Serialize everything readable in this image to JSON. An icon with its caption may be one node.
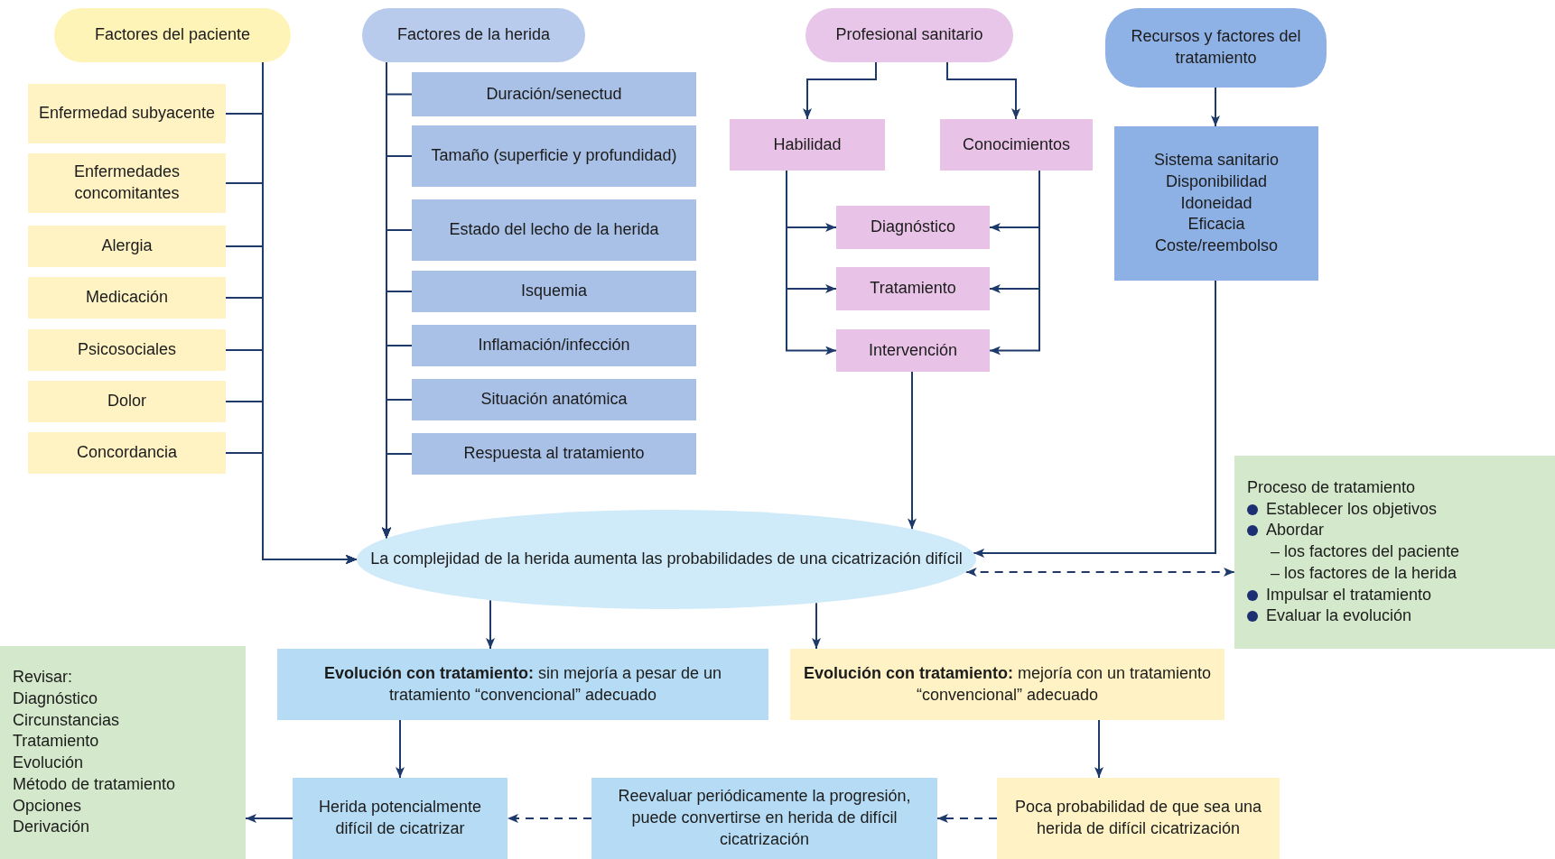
{
  "diagram": {
    "nodes": [
      {
        "text": [
          "Factores del paciente"
        ]
      },
      {
        "text": [
          "Enfermedad subyacente"
        ]
      },
      {
        "text": [
          "Enfermedades concomitantes"
        ]
      },
      {
        "text": [
          "Alergia"
        ]
      },
      {
        "text": [
          "Medicación"
        ]
      },
      {
        "text": [
          "Psicosociales"
        ]
      },
      {
        "text": [
          "Dolor"
        ]
      },
      {
        "text": [
          "Concordancia"
        ]
      },
      {
        "text": [
          "Factores de la herida"
        ]
      },
      {
        "text": [
          "Duración/senectud"
        ]
      },
      {
        "text": [
          "Tamaño (superficie y profundidad)"
        ]
      },
      {
        "text": [
          "Estado del lecho de la herida"
        ]
      },
      {
        "text": [
          "Isquemia"
        ]
      },
      {
        "text": [
          "Inflamación/infección"
        ]
      },
      {
        "text": [
          "Situación anatómica"
        ]
      },
      {
        "text": [
          "Respuesta al tratamiento"
        ]
      },
      {
        "text": [
          "Profesional sanitario"
        ]
      },
      {
        "text": [
          "Habilidad"
        ]
      },
      {
        "text": [
          "Conocimientos"
        ]
      },
      {
        "text": [
          "Diagnóstico"
        ]
      },
      {
        "text": [
          "Tratamiento"
        ]
      },
      {
        "text": [
          "Intervención"
        ]
      },
      {
        "text": [
          "Recursos y factores del tratamiento"
        ]
      },
      {
        "text": [
          "Sistema sanitario",
          "Disponibilidad",
          "Idoneidad",
          "Eficacia",
          "Coste/reembolso"
        ]
      },
      {
        "text": [
          "Proceso de tratamiento",
          "Establecer los objetivos",
          "Abordar",
          "– los factores del paciente",
          "– los factores de la herida",
          "Impulsar el tratamiento",
          "Evaluar la evolución"
        ]
      },
      {
        "text": [
          "La complejidad de la herida aumenta las probabilidades de una cicatrización difícil"
        ]
      },
      {
        "text": [
          "**Evolución con tratamiento:** sin mejoría a pesar de un tratamiento “convencional” adecuado"
        ]
      },
      {
        "text": [
          "**Evolución con tratamiento:** mejoría con un tratamiento “convencional” adecuado"
        ]
      },
      {
        "text": [
          "Revisar:",
          "Diagnóstico",
          "Circunstancias",
          "Tratamiento",
          "Evolución",
          "Método de tratamiento",
          "Opciones",
          "Derivación"
        ]
      },
      {
        "text": [
          "Herida potencialmente difícil de cicatrizar"
        ]
      },
      {
        "text": [
          "Reevaluar periódicamente la progresión, puede convertirse en herida de difícil cicatrización"
        ]
      },
      {
        "text": [
          "Poca probabilidad de que sea una herida de difícil cicatrización"
        ]
      }
    ],
    "edges": [
      {
        "from": 0,
        "to": 25,
        "arrow": "to"
      },
      {
        "from": 1,
        "to": 25,
        "arrow": "to"
      },
      {
        "from": 2,
        "to": 25,
        "arrow": "to"
      },
      {
        "from": 3,
        "to": 25,
        "arrow": "to"
      },
      {
        "from": 4,
        "to": 25,
        "arrow": "to"
      },
      {
        "from": 5,
        "to": 25,
        "arrow": "to"
      },
      {
        "from": 6,
        "to": 25,
        "arrow": "to"
      },
      {
        "from": 7,
        "to": 25,
        "arrow": "to"
      },
      {
        "from": 8,
        "to": 25,
        "arrow": "to"
      },
      {
        "from": 9,
        "to": 25,
        "arrow": "to"
      },
      {
        "from": 10,
        "to": 25,
        "arrow": "to"
      },
      {
        "from": 11,
        "to": 25,
        "arrow": "to"
      },
      {
        "from": 12,
        "to": 25,
        "arrow": "to"
      },
      {
        "from": 13,
        "to": 25,
        "arrow": "to"
      },
      {
        "from": 14,
        "to": 25,
        "arrow": "to"
      },
      {
        "from": 15,
        "to": 25,
        "arrow": "to"
      },
      {
        "from": 16,
        "to": 17,
        "arrow": "to"
      },
      {
        "from": 16,
        "to": 18,
        "arrow": "to"
      },
      {
        "from": 17,
        "to": 19,
        "arrow": "to"
      },
      {
        "from": 17,
        "to": 20,
        "arrow": "to"
      },
      {
        "from": 17,
        "to": 21,
        "arrow": "to"
      },
      {
        "from": 18,
        "to": 19,
        "arrow": "to"
      },
      {
        "from": 18,
        "to": 20,
        "arrow": "to"
      },
      {
        "from": 18,
        "to": 21,
        "arrow": "to"
      },
      {
        "from": 21,
        "to": 25,
        "arrow": "to"
      },
      {
        "from": 22,
        "to": 23,
        "arrow": "to"
      },
      {
        "from": 23,
        "to": 25,
        "arrow": "to"
      },
      {
        "from": 25,
        "to": 24,
        "arrow": "both",
        "style": "dashed"
      },
      {
        "from": 25,
        "to": 26,
        "arrow": "to"
      },
      {
        "from": 25,
        "to": 27,
        "arrow": "to"
      },
      {
        "from": 26,
        "to": 29,
        "arrow": "to"
      },
      {
        "from": 27,
        "to": 31,
        "arrow": "to"
      },
      {
        "from": 29,
        "to": 28,
        "arrow": "to"
      },
      {
        "from": 30,
        "to": 29,
        "arrow": "to",
        "style": "dashed"
      },
      {
        "from": 31,
        "to": 30,
        "arrow": "to",
        "style": "dashed"
      }
    ]
  }
}
